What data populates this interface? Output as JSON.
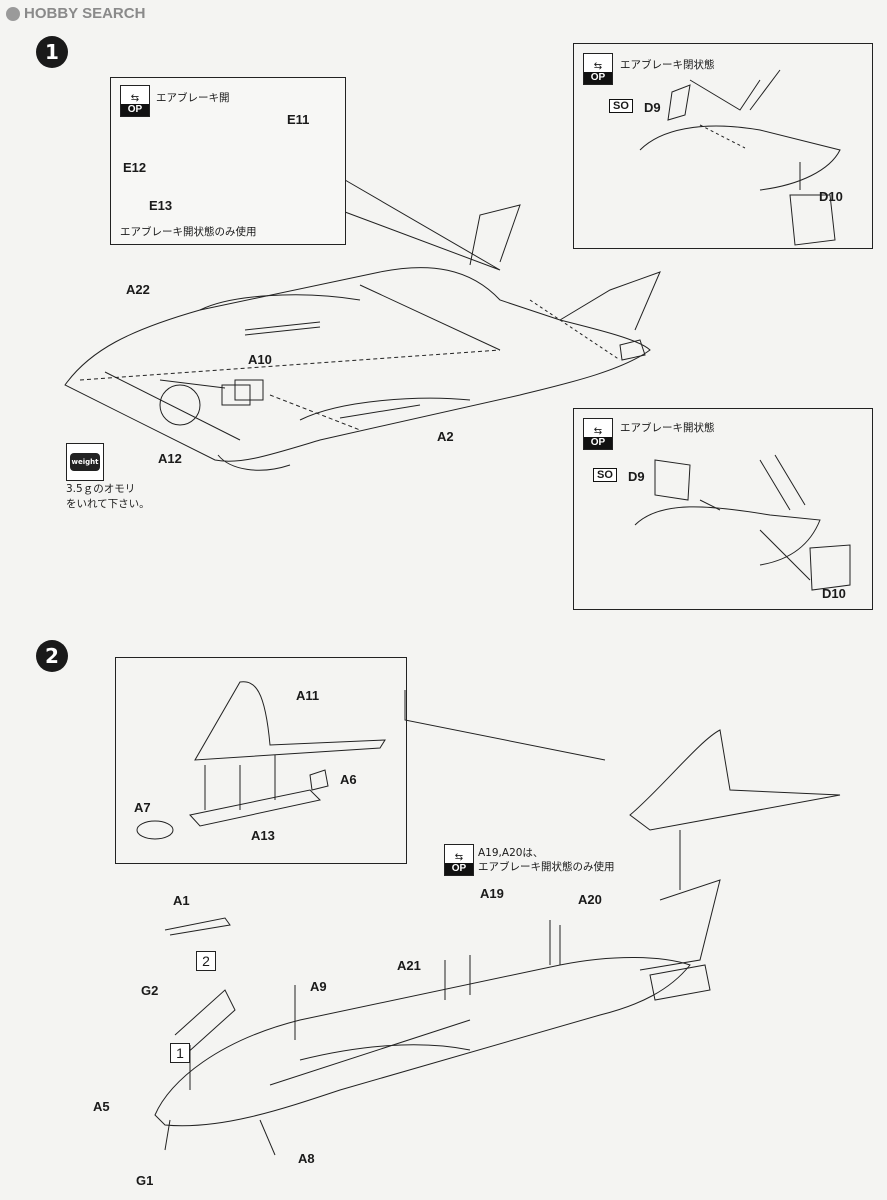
{
  "watermark": {
    "text": "HOBBY SEARCH"
  },
  "steps": {
    "one": "1",
    "two": "2"
  },
  "op_icon": {
    "label": "OP",
    "glyph": "⇆"
  },
  "step1": {
    "inset_airbrake": {
      "title": "エアブレーキ開",
      "note": "エアブレーキ開状態のみ使用",
      "parts": {
        "e11": "E11",
        "e12": "E12",
        "e13": "E13"
      }
    },
    "inset_top_right": {
      "title": "エアブレーキ閉状態",
      "so": "SO",
      "d9": "D9",
      "d10": "D10"
    },
    "inset_mid_right": {
      "title": "エアブレーキ開状態",
      "so": "SO",
      "d9": "D9",
      "d10": "D10"
    },
    "main_parts": {
      "a22": "A22",
      "a10": "A10",
      "a12": "A12",
      "a2": "A2"
    },
    "weight": {
      "icon_label": "weight",
      "line1": "3.5ｇのオモリ",
      "line2": "をいれて下さい。"
    }
  },
  "step2": {
    "inset_tail": {
      "a11": "A11",
      "a6": "A6",
      "a7": "A7",
      "a13": "A13"
    },
    "note": {
      "line1": "A19,A20は、",
      "line2": "エアブレーキ開状態のみ使用"
    },
    "parts": {
      "a1": "A1",
      "a5": "A5",
      "a8": "A8",
      "a9": "A9",
      "a19": "A19",
      "a20": "A20",
      "a21": "A21",
      "g1": "G1",
      "g2": "G2"
    },
    "sub_steps": {
      "one": "1",
      "two": "2"
    }
  }
}
